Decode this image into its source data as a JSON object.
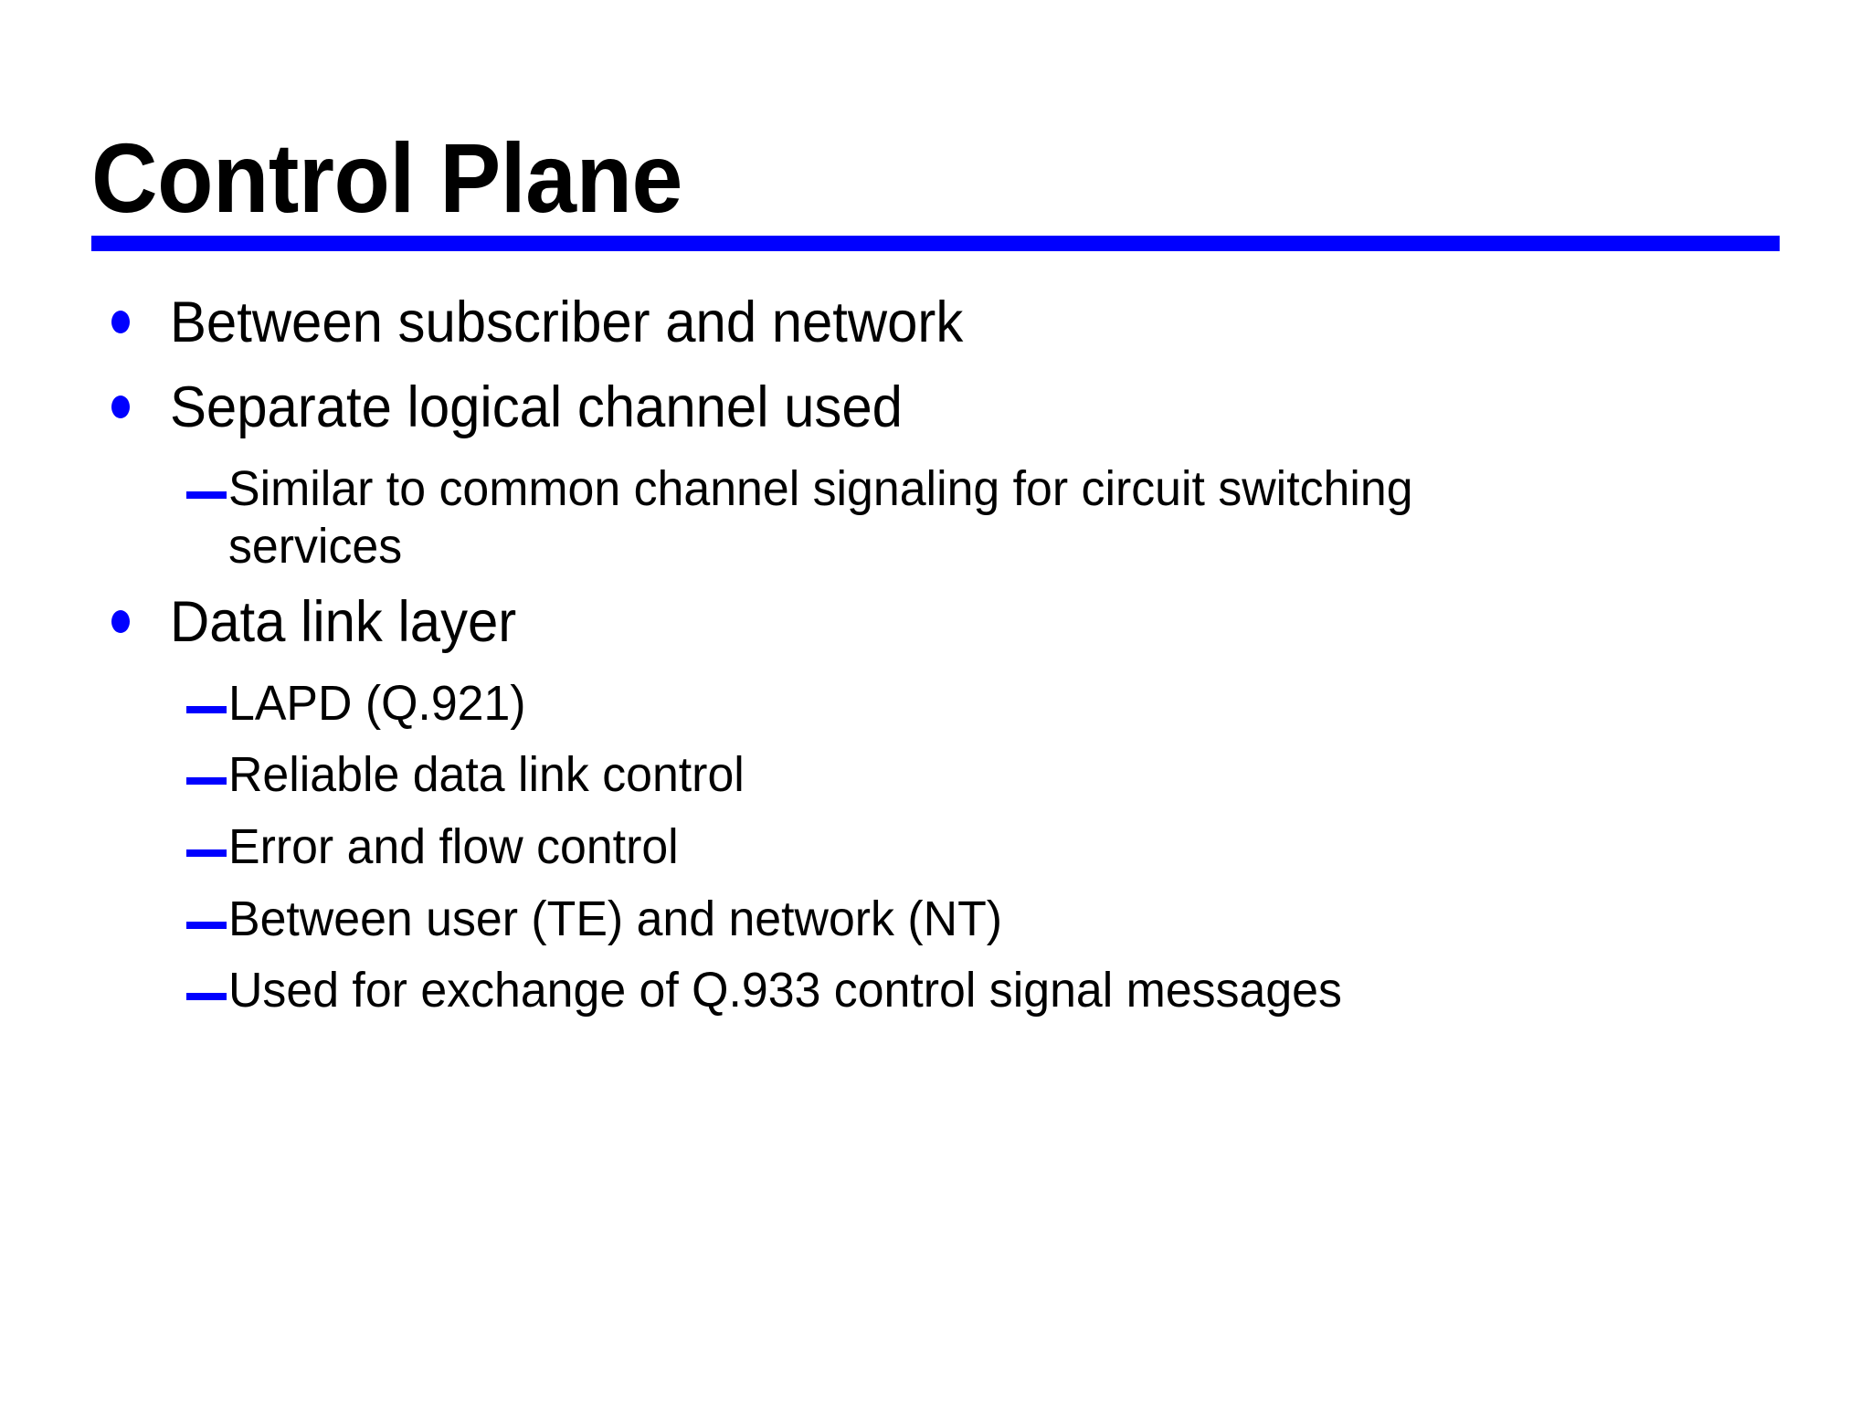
{
  "slide": {
    "title": "Control Plane",
    "title_rule_color": "#0000FF",
    "background_color": "#FFFFFF",
    "text_color": "#000000",
    "bullet_marker_color": "#0000FF",
    "bullets": [
      {
        "level": 1,
        "marker": "round-dot",
        "text": "Between subscriber and network"
      },
      {
        "level": 1,
        "marker": "round-dot",
        "text": "Separate logical channel used"
      },
      {
        "level": 2,
        "marker": "em-dash",
        "text": "Similar to common channel signaling for circuit switching services"
      },
      {
        "level": 1,
        "marker": "round-dot",
        "text": "Data link layer"
      },
      {
        "level": 2,
        "marker": "em-dash",
        "text": "LAPD (Q.921)"
      },
      {
        "level": 2,
        "marker": "em-dash",
        "text": "Reliable data link control"
      },
      {
        "level": 2,
        "marker": "em-dash",
        "text": "Error and flow control"
      },
      {
        "level": 2,
        "marker": "em-dash",
        "text": "Between user (TE) and network (NT)"
      },
      {
        "level": 2,
        "marker": "em-dash",
        "text": "Used for exchange of Q.933 control signal messages"
      }
    ]
  }
}
